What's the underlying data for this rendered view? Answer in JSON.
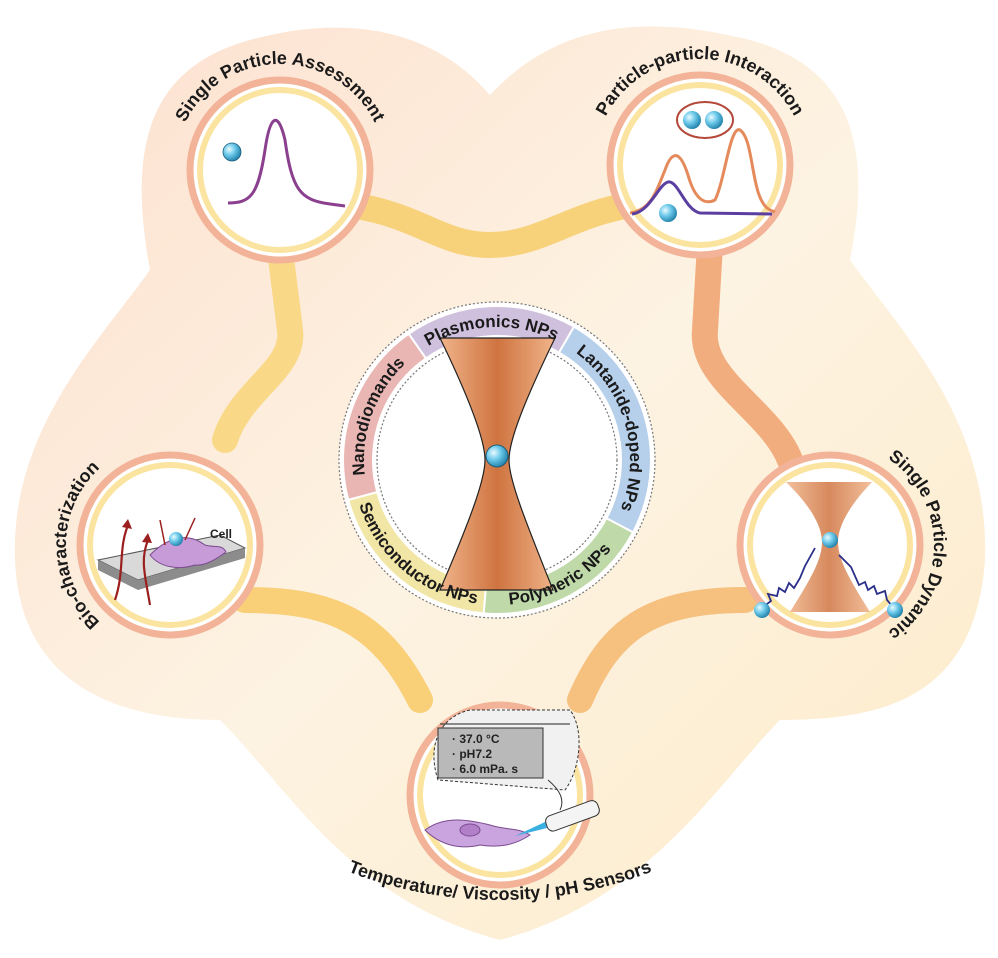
{
  "center": {
    "ring": [
      {
        "label": "Plasmonics NPs",
        "color": "#cfc0dd"
      },
      {
        "label": "Lantanide-doped NPs",
        "color": "#b6cfea"
      },
      {
        "label": "Polymeric NPs",
        "color": "#bfd9a9"
      },
      {
        "label": "Semiconductor NPs",
        "color": "#f2e6a6"
      },
      {
        "label": "Nanodiomands",
        "color": "#e9b6b4"
      }
    ],
    "beam_color": "#d98a52"
  },
  "nodes": {
    "single_particle_assessment": "Single Particle Assessment",
    "particle_interaction": "Particle-particle Interaction",
    "single_particle_dynamic": "Single Particle Dynamic",
    "sensors": "Temperature/ Viscosity / pH  Sensors",
    "bio_characterization": "Bio-characterization"
  },
  "bio": {
    "cell_label": "Cell"
  },
  "sensor_display": {
    "temperature": "· 37.0 °C",
    "ph": "· pH7.2",
    "viscosity": "· 6.0 mPa. s"
  },
  "colors": {
    "background_blob": "#fcebd9",
    "connector_yellow": "#f8d27a",
    "connector_orange": "#f2ad7e",
    "node_rim": "#f3b394",
    "node_inner_rim": "#fbe7a4",
    "particle": "#5cc0e6"
  }
}
